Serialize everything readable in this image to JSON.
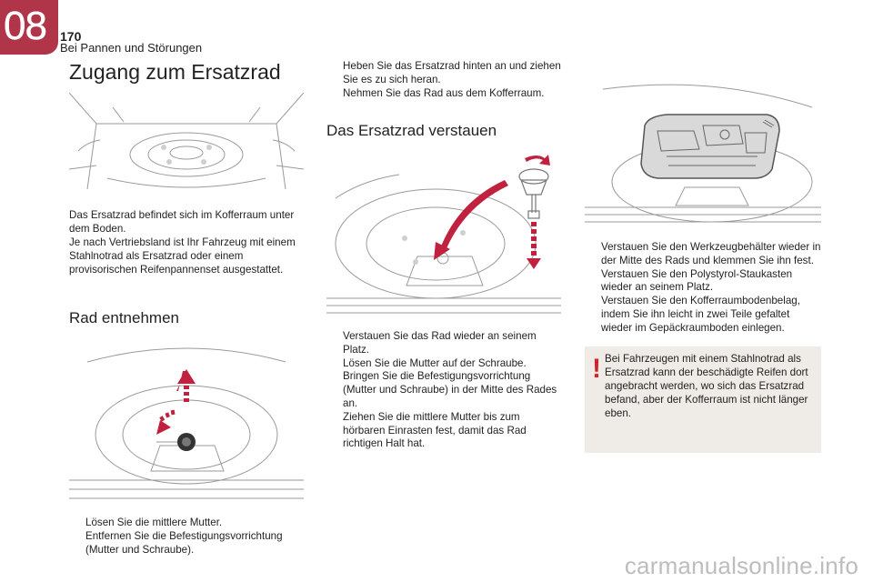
{
  "header": {
    "chapter": "08",
    "page_number": "170",
    "section": "Bei Pannen und Störungen"
  },
  "left": {
    "title": "Zugang zum Ersatzrad",
    "intro": [
      "Das Ersatzrad befindet sich im Kofferraum unter dem Boden.",
      "Je nach Vertriebsland ist Ihr Fahrzeug mit einem Stahlnotrad als Ersatzrad oder einem provisorischen Reifenpannenset ausgestattet."
    ],
    "remove_title": "Rad entnehmen",
    "remove_steps": [
      "Lösen Sie die mittlere Mutter.",
      "Entfernen Sie die Befestigungsvorrichtung (Mutter und Schraube)."
    ]
  },
  "middle": {
    "lift_steps": [
      "Heben Sie das Ersatzrad hinten an und ziehen Sie es zu sich heran.",
      "Nehmen Sie das Rad aus dem Kofferraum."
    ],
    "stow_title": "Das Ersatzrad verstauen",
    "stow_steps": [
      "Verstauen Sie das Rad wieder an seinem Platz.",
      "Lösen Sie die Mutter auf der Schraube.",
      "Bringen Sie die Befestigungsvorrichtung (Mutter und Schraube) in der Mitte des Rades an.",
      "Ziehen Sie die mittlere Mutter bis zum hörbaren Einrasten fest, damit das Rad richtigen Halt hat."
    ]
  },
  "right": {
    "stow_steps": [
      "Verstauen Sie den Werkzeugbehälter wieder in der Mitte des Rads und klemmen Sie ihn fest.",
      "Verstauen Sie den Polystyrol-Staukasten wieder an seinem Platz.",
      "Verstauen Sie den Kofferraumbodenbelag, indem Sie ihn leicht in zwei Teile gefaltet wieder im Gepäckraumboden einlegen."
    ],
    "warning_mark": "!",
    "warning_text": "Bei Fahrzeugen mit einem Stahlnotrad als Ersatzrad kann der beschädigte Reifen dort angebracht werden, wo sich das Ersatzrad befand, aber der Kofferraum ist nicht länger eben."
  },
  "bullet_glyph": "",
  "watermark": "carmanualsonline.info",
  "colors": {
    "chapter_tab": "#b03548",
    "arrow": "#c0213f",
    "warning_bg": "#efebe7",
    "warning_mark": "#d2232a"
  }
}
